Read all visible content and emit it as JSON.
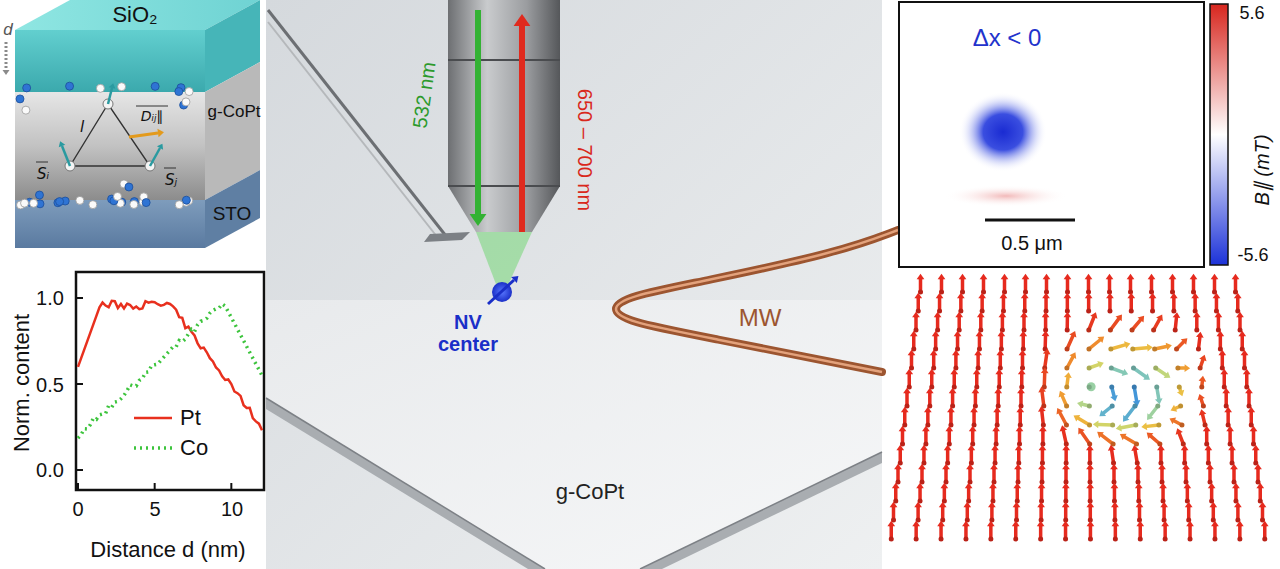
{
  "diagram": {
    "nodes": [
      {
        "text": [
          "SiO₂"
        ]
      },
      {
        "text": [
          "g-CoPt"
        ]
      },
      {
        "text": [
          "STO"
        ]
      },
      {
        "text": [
          "Δx < 0",
          "0.5 μm"
        ]
      }
    ],
    "labels": [
      "d",
      "l",
      "Dᵢⱼ∥",
      "Sᵢ",
      "Sⱼ",
      "Norm. content",
      "1.0",
      "0.5",
      "0.0",
      "0",
      "5",
      "10",
      "Distance d (nm)",
      "532 nm",
      "650 – 700 nm",
      "NV center",
      "MW",
      "g-CoPt",
      "5.6",
      "-5.6",
      "B∥ (mT)"
    ],
    "legend": [
      {
        "text": "Pt"
      },
      {
        "text": "Co"
      }
    ]
  }
}
